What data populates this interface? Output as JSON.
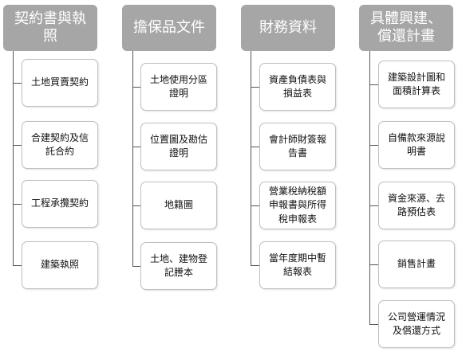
{
  "columns": [
    {
      "title": "契約書與執照",
      "items": [
        "土地買賣契約",
        "合建契約及信託合約",
        "工程承攬契約",
        "建築執照"
      ]
    },
    {
      "title": "擔保品文件",
      "items": [
        "土地使用分區證明",
        "位置圖及勘估證明",
        "地籍圖",
        "土地、建物登記謄本"
      ]
    },
    {
      "title": "財務資料",
      "items": [
        "資產負債表與損益表",
        "會計師財簽報告書",
        "營業稅納稅額申報書與所得稅申報表",
        "當年度期中暫結報表"
      ]
    },
    {
      "title": "具體興建、償還計畫",
      "items": [
        "建築設計圖和面積計算表",
        "自備款來源說明書",
        "資金來源、去路預估表",
        "銷售計畫",
        "公司營運情況及償還方式"
      ]
    }
  ]
}
